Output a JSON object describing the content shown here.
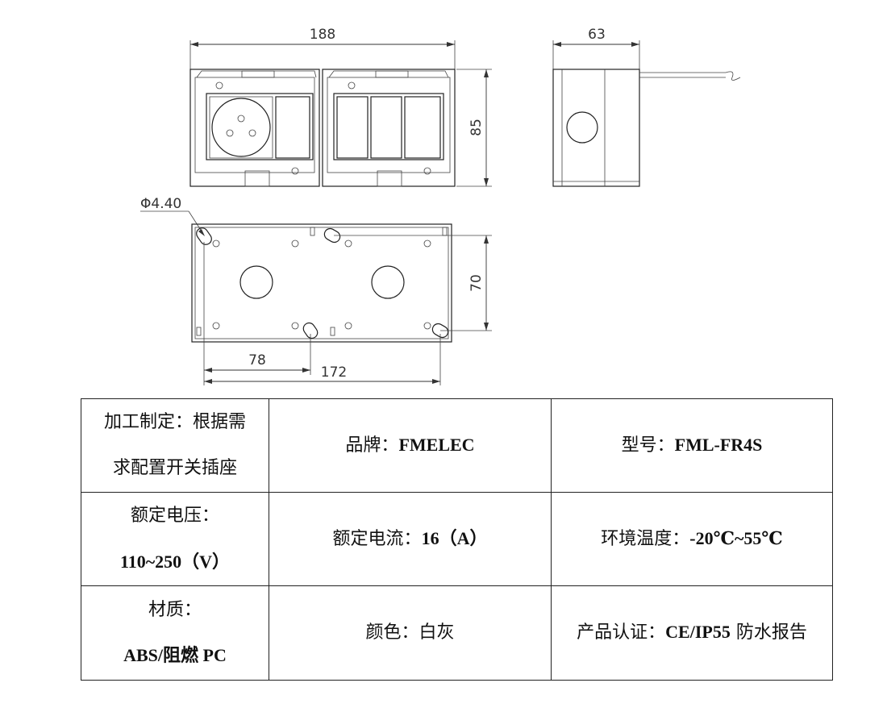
{
  "drawing": {
    "front_view": {
      "dim_width": "188",
      "dim_height": "85"
    },
    "side_view": {
      "dim_depth": "63"
    },
    "back_view": {
      "hole_diameter": "Φ4.40",
      "dim_mount_height": "70",
      "dim_hole_offset": "78",
      "dim_mount_width": "172"
    }
  },
  "specs": {
    "rows": [
      [
        {
          "lines": [
            "加工制定：根据需",
            "求配置开关插座"
          ]
        },
        {
          "label": "品牌：",
          "value": "FMELEC"
        },
        {
          "label": "型号：",
          "value": "FML-FR4S"
        }
      ],
      [
        {
          "label1": "额定电压：",
          "value1": "110~250（V）"
        },
        {
          "label": "额定电流：",
          "value": "16（A）"
        },
        {
          "label": "环境温度：",
          "value": "-20℃~55℃"
        }
      ],
      [
        {
          "label1": "材质：",
          "value1": "ABS/阻燃 PC"
        },
        {
          "label": "颜色：",
          "value": "白灰"
        },
        {
          "label": "产品认证：",
          "value": "CE/IP55",
          "suffix": " 防水报告"
        }
      ]
    ]
  }
}
